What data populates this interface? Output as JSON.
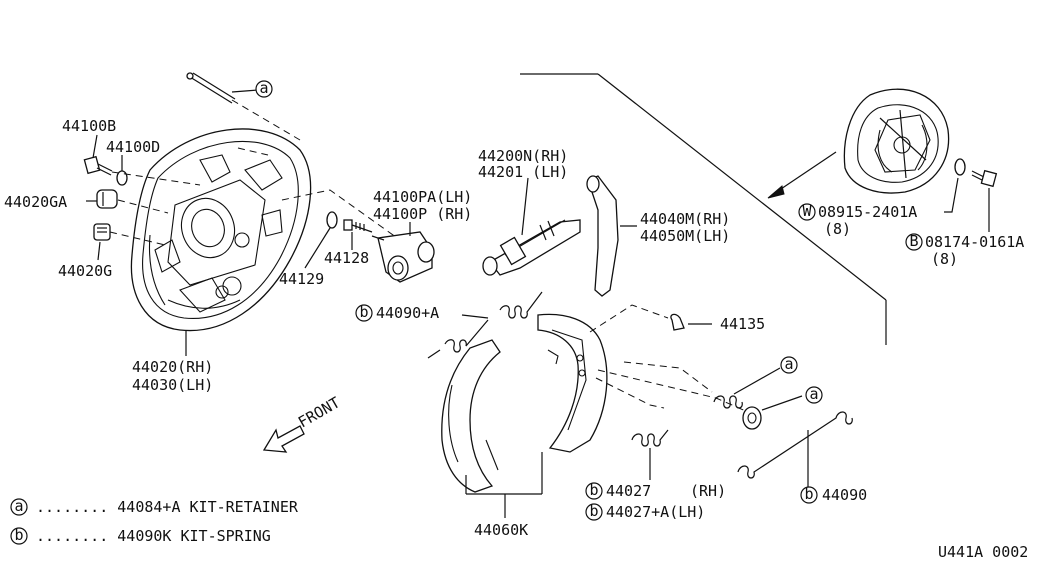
{
  "parts": {
    "p44100B": "44100B",
    "p44100D": "44100D",
    "p44020GA": "44020GA",
    "p44020G": "44020G",
    "p44020": "44020(RH)",
    "p44030": "44030(LH)",
    "p44129": "44129",
    "p44128": "44128",
    "p44100PA": "44100PA(LH)",
    "p44100P": "44100P  (RH)",
    "p44200N": "44200N(RH)",
    "p44201": "44201  (LH)",
    "p44040M": "44040M(RH)",
    "p44050M": "44050M(LH)",
    "p08915": "08915-2401A",
    "p08915_qty": "(8)",
    "p08174": "08174-0161A",
    "p08174_qty": "(8)",
    "p44090A": "44090+A",
    "p44135": "44135",
    "p44027": "44027",
    "p44027_rh": "(RH)",
    "p44027A": "44027+A(LH)",
    "p44090": "44090",
    "p44060K": "44060K",
    "front": "FRONT"
  },
  "markers": {
    "a": "a",
    "b": "b",
    "W": "W",
    "B": "B"
  },
  "legend": [
    {
      "marker": "a",
      "text": "........ 44084+A KIT-RETAINER"
    },
    {
      "marker": "b",
      "text": "........ 44090K KIT-SPRING"
    }
  ],
  "diagram_id": "U441A 0002"
}
